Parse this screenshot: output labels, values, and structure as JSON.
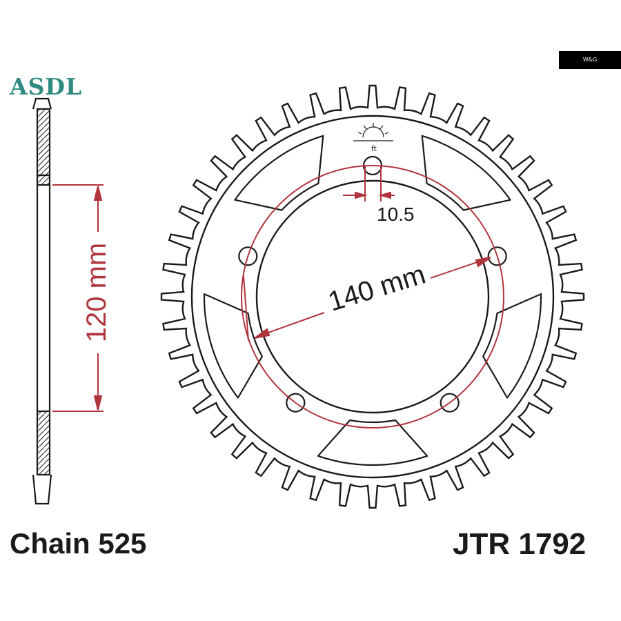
{
  "brand": {
    "logo_text": "ASDL"
  },
  "watermark": {
    "text": "W&G"
  },
  "profile": {
    "height_label": "120 mm"
  },
  "sprocket": {
    "teeth": 44,
    "bolt_holes": 5,
    "bolt_circle_label": "140 mm",
    "bolt_hole_label": "10.5",
    "logo_mark": "ft"
  },
  "footer": {
    "chain": "Chain 525",
    "part_number": "JTR 1792"
  },
  "colors": {
    "outline": "#1a1a1a",
    "dimension": "#b0343c",
    "brand": "#2f8a82"
  }
}
